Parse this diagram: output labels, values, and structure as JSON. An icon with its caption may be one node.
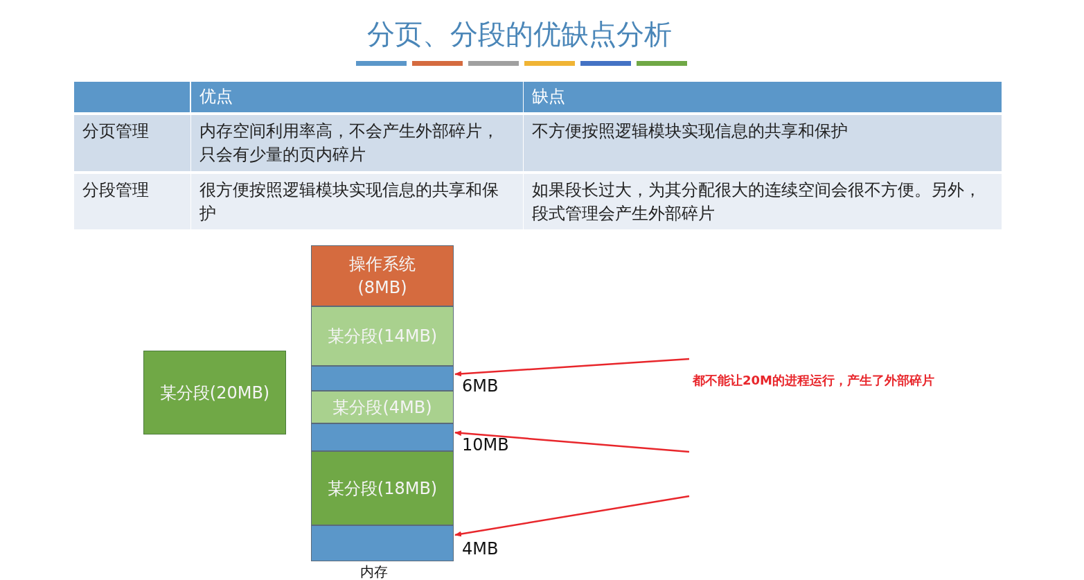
{
  "diagram": {
    "title": "分页、分段的优缺点分析",
    "nodes": [
      {
        "text": [
          "操作系统 (8MB)"
        ]
      },
      {
        "text": [
          "某分段(14MB)"
        ]
      },
      {
        "text": [],
        "shape": "box",
        "beside": [
          "6MB"
        ]
      },
      {
        "text": [
          "某分段(4MB)"
        ]
      },
      {
        "text": [],
        "shape": "box",
        "beside": [
          "10MB"
        ]
      },
      {
        "text": [
          "某分段(18MB)"
        ]
      },
      {
        "text": [],
        "shape": "box",
        "beside": [
          "4MB"
        ]
      },
      {
        "text": [
          "某分段(20MB)"
        ]
      }
    ],
    "edges": [
      {
        "from": null,
        "to": 2,
        "arrow": "to"
      },
      {
        "from": null,
        "to": 4,
        "arrow": "to"
      },
      {
        "from": null,
        "to": 6,
        "arrow": "to"
      }
    ],
    "labels": [
      "优点",
      "缺点",
      "分页管理",
      "内存空间利用率高，不会产生外部碎片，只会有少量的页内碎片",
      "不方便按照逻辑模块实现信息的共享和保护",
      "分段管理",
      "很方便按照逻辑模块实现信息的共享和保护",
      "如果段长过大，为其分配很大的连续空间会很不方便。另外，段式管理会产生外部碎片",
      "内存",
      "都不能让20M的进程运行，产生了外部碎片"
    ]
  }
}
